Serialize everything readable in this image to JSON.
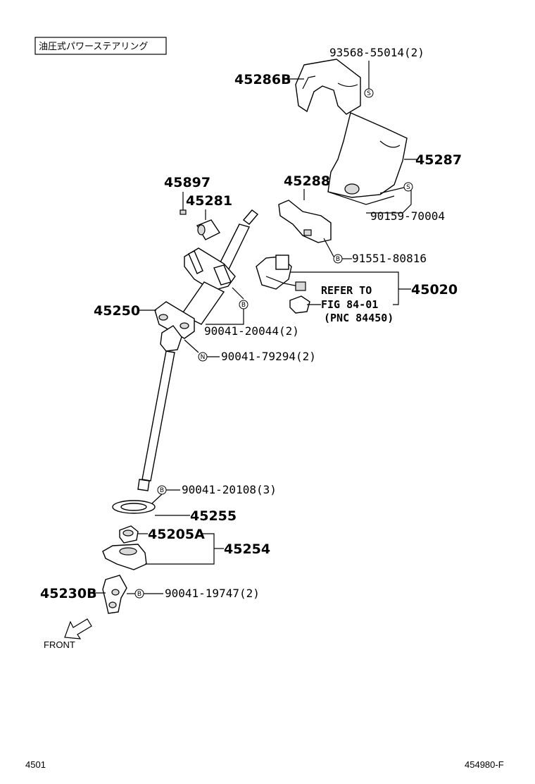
{
  "title": "油圧式パワーステアリング",
  "parts": {
    "p45286B": "45286B",
    "p93568": "93568-55014(2)",
    "p45287": "45287",
    "p45288": "45288",
    "p90159": "90159-70004",
    "p91551": "91551-80816",
    "p45897": "45897",
    "p45281": "45281",
    "p45020": "45020",
    "ref1": "REFER TO",
    "ref2": "FIG 84-01",
    "ref3": "(PNC 84450)",
    "p45250": "45250",
    "p90041_20044": "90041-20044(2)",
    "p90041_79294": "90041-79294(2)",
    "p90041_20108": "90041-20108(3)",
    "p45255": "45255",
    "p45205A": "45205A",
    "p45254": "45254",
    "p45230B": "45230B",
    "p90041_19747": "90041-19747(2)"
  },
  "markers": {
    "s": "S",
    "b": "B",
    "n": "N"
  },
  "front_label": "FRONT",
  "footer": {
    "left": "4501",
    "right": "454980-F"
  }
}
